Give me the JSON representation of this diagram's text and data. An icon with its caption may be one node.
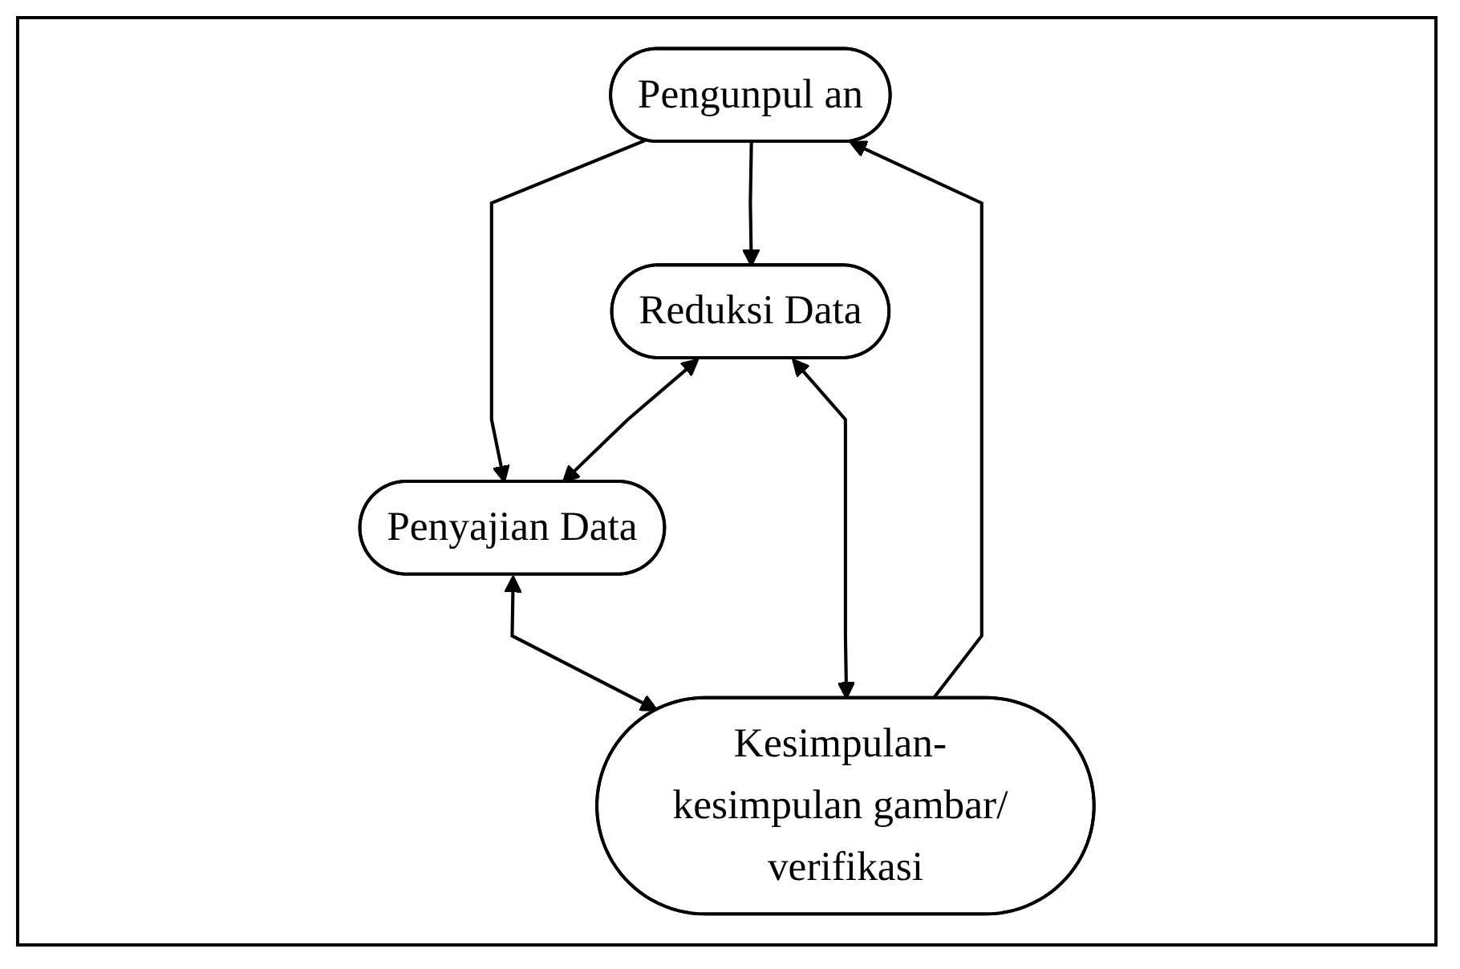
{
  "diagram": {
    "nodes": [
      {
        "text": [
          "Pengunpul an"
        ]
      },
      {
        "text": [
          "Penyajian Data"
        ]
      },
      {
        "text": [
          "Reduksi Data"
        ]
      },
      {
        "text": [
          "Kesimpulan- kesimpulan gambar/ verifikasi"
        ]
      }
    ],
    "edges": [
      {
        "from": 0,
        "to": 1,
        "arrow": "to"
      },
      {
        "from": 0,
        "to": 2,
        "arrow": "to"
      },
      {
        "from": 2,
        "to": 1,
        "arrow": "both"
      },
      {
        "from": 1,
        "to": 3,
        "arrow": "both"
      },
      {
        "from": 2,
        "to": 3,
        "arrow": "both"
      },
      {
        "from": 3,
        "to": 0,
        "arrow": "to"
      }
    ]
  }
}
